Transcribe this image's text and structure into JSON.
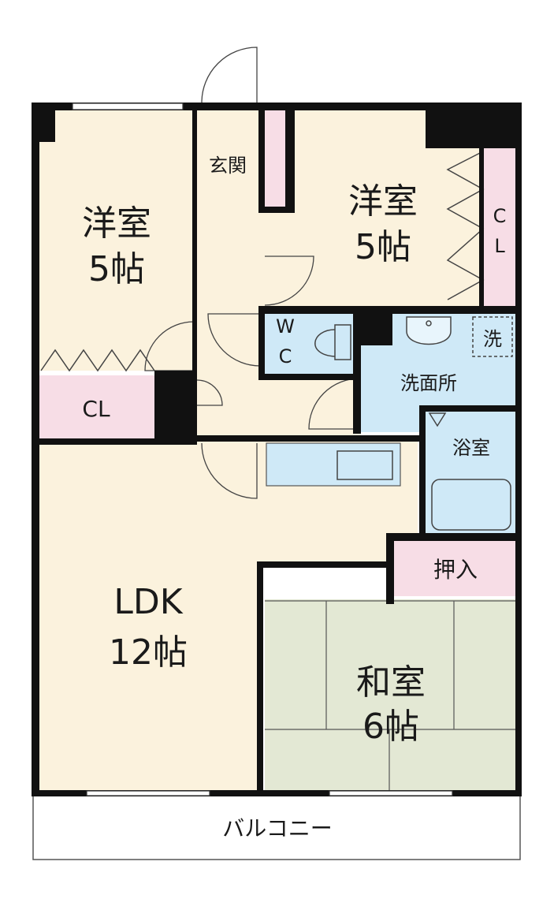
{
  "rooms": {
    "bedroom_west": {
      "name": "洋室",
      "size": "5帖"
    },
    "bedroom_east": {
      "name": "洋室",
      "size": "5帖"
    },
    "ldk": {
      "name": "LDK",
      "size": "12帖"
    },
    "washitsu": {
      "name": "和室",
      "size": "6帖"
    },
    "entrance": "玄関",
    "wc_top": "W",
    "wc_bottom": "C",
    "washroom": "洗面所",
    "washer": "洗",
    "bathroom": "浴室",
    "closet_west": "CL",
    "closet_east_top": "C",
    "closet_east_bottom": "L",
    "oshiire": "押入",
    "balcony": "バルコニー"
  },
  "colors": {
    "wall": "#111111",
    "floor_western": "#fbf2dd",
    "storage": "#f7dde6",
    "wet_area": "#cfe9f7",
    "tatami": "#e3e8d4",
    "outline": "#333333"
  }
}
